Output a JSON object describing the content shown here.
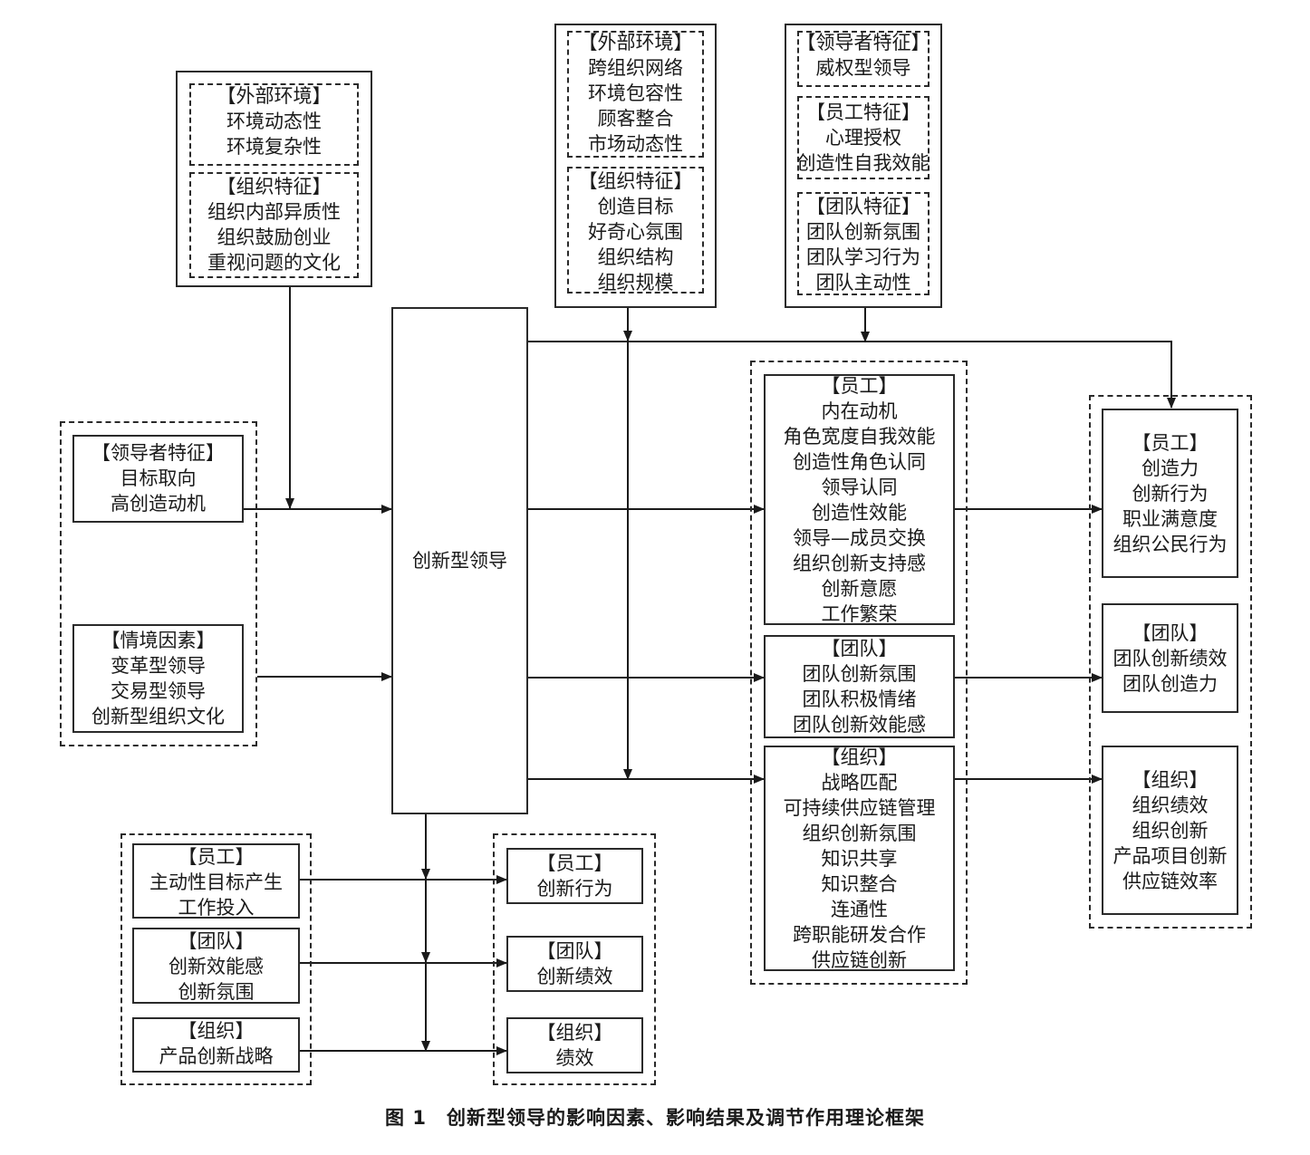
{
  "caption": "图 1　创新型领导的影响因素、影响结果及调节作用理论框架",
  "center": {
    "label": "创新型领导"
  },
  "antecedents": {
    "leader": [
      "【领导者特征】",
      "目标取向",
      "高创造动机"
    ],
    "situation": [
      "【情境因素】",
      "变革型领导",
      "交易型领导",
      "创新型组织文化"
    ]
  },
  "top_left_moderator": {
    "external": [
      "【外部环境】",
      "环境动态性",
      "环境复杂性"
    ],
    "org": [
      "【组织特征】",
      "组织内部异质性",
      "组织鼓励创业",
      "重视问题的文化"
    ]
  },
  "top_mid_moderator": {
    "external": [
      "【外部环境】",
      "跨组织网络",
      "环境包容性",
      "顾客整合",
      "市场动态性"
    ],
    "org": [
      "【组织特征】",
      "创造目标",
      "好奇心氛围",
      "组织结构",
      "组织规模"
    ]
  },
  "top_right_moderator": {
    "leader": [
      "【领导者特征】",
      "威权型领导"
    ],
    "employee": [
      "【员工特征】",
      "心理授权",
      "创造性自我效能"
    ],
    "team": [
      "【团队特征】",
      "团队创新氛围",
      "团队学习行为",
      "团队主动性"
    ]
  },
  "mediators": {
    "employee": [
      "【员工】",
      "内在动机",
      "角色宽度自我效能",
      "创造性角色认同",
      "领导认同",
      "创造性效能",
      "领导—成员交换",
      "组织创新支持感",
      "创新意愿",
      "工作繁荣"
    ],
    "team": [
      "【团队】",
      "团队创新氛围",
      "团队积极情绪",
      "团队创新效能感"
    ],
    "org": [
      "【组织】",
      "战略匹配",
      "可持续供应链管理",
      "组织创新氛围",
      "知识共享",
      "知识整合",
      "连通性",
      "跨职能研发合作",
      "供应链创新"
    ]
  },
  "outcomes": {
    "employee": [
      "【员工】",
      "创造力",
      "创新行为",
      "职业满意度",
      "组织公民行为"
    ],
    "team": [
      "【团队】",
      "团队创新绩效",
      "团队创造力"
    ],
    "org": [
      "【组织】",
      "组织绩效",
      "组织创新",
      "产品项目创新",
      "供应链效率"
    ]
  },
  "bottom_moderators": {
    "employee": [
      "【员工】",
      "主动性目标产生",
      "工作投入"
    ],
    "team": [
      "【团队】",
      "创新效能感",
      "创新氛围"
    ],
    "org": [
      "【组织】",
      "产品创新战略"
    ]
  },
  "bottom_outcomes": {
    "employee": [
      "【员工】",
      "创新行为"
    ],
    "team": [
      "【团队】",
      "创新绩效"
    ],
    "org": [
      "【组织】",
      "绩效"
    ]
  }
}
